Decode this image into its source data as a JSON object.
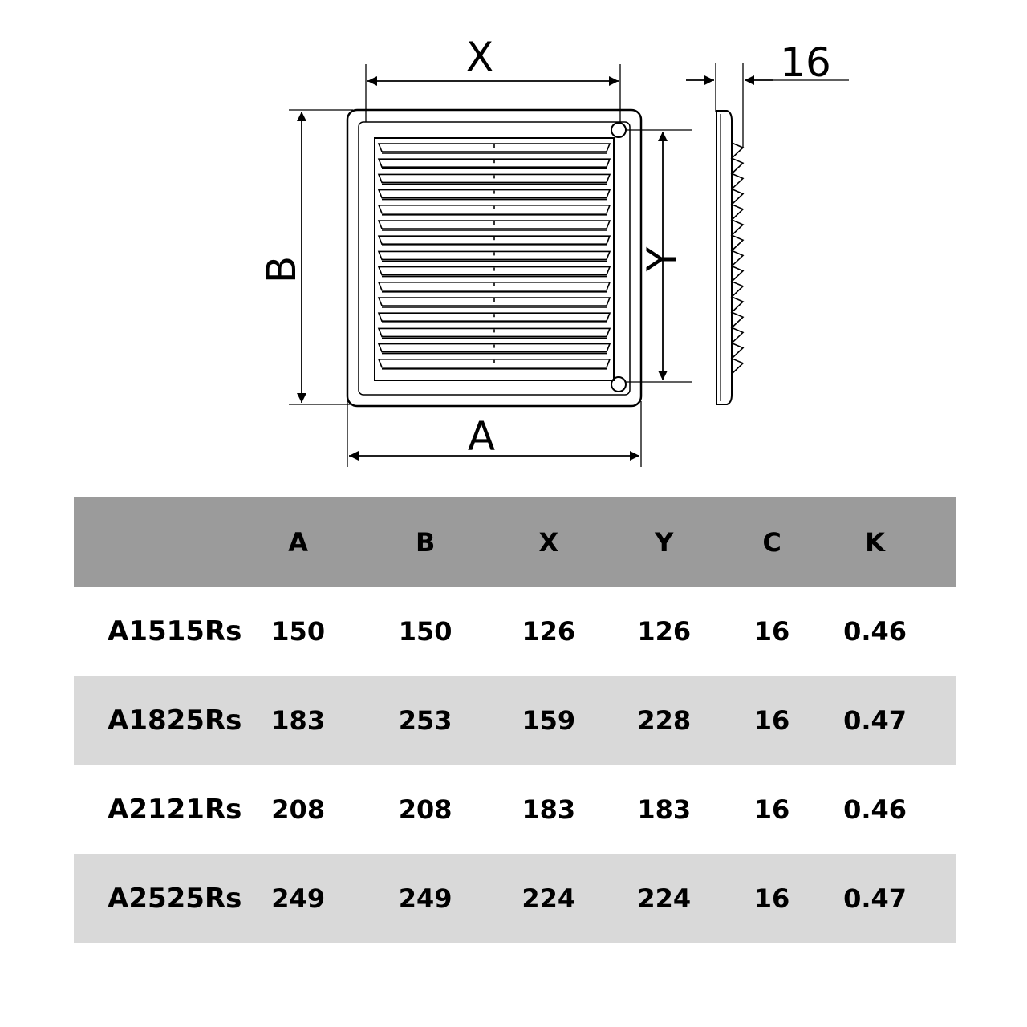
{
  "dimension_labels": {
    "x": "X",
    "b": "B",
    "y": "Y",
    "a": "A",
    "depth": "16"
  },
  "table": {
    "headers": [
      "",
      "A",
      "B",
      "X",
      "Y",
      "C",
      "K"
    ],
    "rows": [
      [
        "A1515Rs",
        "150",
        "150",
        "126",
        "126",
        "16",
        "0.46"
      ],
      [
        "A1825Rs",
        "183",
        "253",
        "159",
        "228",
        "16",
        "0.47"
      ],
      [
        "A2121Rs",
        "208",
        "208",
        "183",
        "183",
        "16",
        "0.46"
      ],
      [
        "A2525Rs",
        "249",
        "249",
        "224",
        "224",
        "16",
        "0.47"
      ]
    ]
  },
  "colors": {
    "header_bg": "#9b9b9b",
    "alt_row_bg": "#d9d9d9",
    "line": "#000000"
  }
}
